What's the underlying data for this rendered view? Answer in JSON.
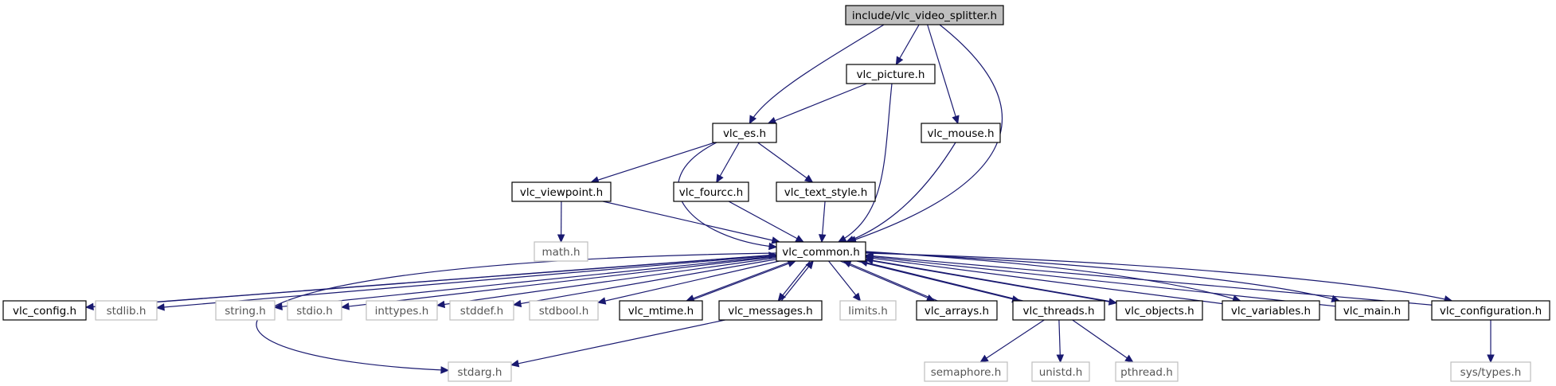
{
  "diagram": {
    "type": "include-dependency-graph",
    "colors": {
      "edge": "#191970",
      "main_fill": "#bfbfbf",
      "border": "#000000",
      "system_border": "#bfbfbf",
      "system_text": "#555555"
    },
    "nodes": [
      {
        "id": "vlc_video_splitter",
        "label": "include/vlc_video_splitter.h",
        "kind": "main"
      },
      {
        "id": "vlc_picture",
        "label": "vlc_picture.h",
        "kind": "project"
      },
      {
        "id": "vlc_es",
        "label": "vlc_es.h",
        "kind": "project"
      },
      {
        "id": "vlc_mouse",
        "label": "vlc_mouse.h",
        "kind": "project"
      },
      {
        "id": "vlc_viewpoint",
        "label": "vlc_viewpoint.h",
        "kind": "project"
      },
      {
        "id": "vlc_fourcc",
        "label": "vlc_fourcc.h",
        "kind": "project"
      },
      {
        "id": "vlc_text_style",
        "label": "vlc_text_style.h",
        "kind": "project"
      },
      {
        "id": "math",
        "label": "math.h",
        "kind": "system"
      },
      {
        "id": "vlc_common",
        "label": "vlc_common.h",
        "kind": "project"
      },
      {
        "id": "vlc_config",
        "label": "vlc_config.h",
        "kind": "project"
      },
      {
        "id": "stdlib",
        "label": "stdlib.h",
        "kind": "system"
      },
      {
        "id": "string",
        "label": "string.h",
        "kind": "system"
      },
      {
        "id": "stdio",
        "label": "stdio.h",
        "kind": "system"
      },
      {
        "id": "inttypes",
        "label": "inttypes.h",
        "kind": "system"
      },
      {
        "id": "stddef",
        "label": "stddef.h",
        "kind": "system"
      },
      {
        "id": "stdbool",
        "label": "stdbool.h",
        "kind": "system"
      },
      {
        "id": "vlc_mtime",
        "label": "vlc_mtime.h",
        "kind": "project"
      },
      {
        "id": "vlc_messages",
        "label": "vlc_messages.h",
        "kind": "project"
      },
      {
        "id": "limits",
        "label": "limits.h",
        "kind": "system"
      },
      {
        "id": "vlc_arrays",
        "label": "vlc_arrays.h",
        "kind": "project"
      },
      {
        "id": "vlc_threads",
        "label": "vlc_threads.h",
        "kind": "project"
      },
      {
        "id": "vlc_objects",
        "label": "vlc_objects.h",
        "kind": "project"
      },
      {
        "id": "vlc_variables",
        "label": "vlc_variables.h",
        "kind": "project"
      },
      {
        "id": "vlc_main",
        "label": "vlc_main.h",
        "kind": "project"
      },
      {
        "id": "vlc_configuration",
        "label": "vlc_configuration.h",
        "kind": "project"
      },
      {
        "id": "stdarg",
        "label": "stdarg.h",
        "kind": "system"
      },
      {
        "id": "semaphore",
        "label": "semaphore.h",
        "kind": "system"
      },
      {
        "id": "unistd",
        "label": "unistd.h",
        "kind": "system"
      },
      {
        "id": "pthread",
        "label": "pthread.h",
        "kind": "system"
      },
      {
        "id": "sys_types",
        "label": "sys/types.h",
        "kind": "system"
      }
    ],
    "edges": [
      {
        "from": "vlc_video_splitter",
        "to": "vlc_picture"
      },
      {
        "from": "vlc_video_splitter",
        "to": "vlc_es"
      },
      {
        "from": "vlc_video_splitter",
        "to": "vlc_mouse"
      },
      {
        "from": "vlc_video_splitter",
        "to": "vlc_common"
      },
      {
        "from": "vlc_picture",
        "to": "vlc_es"
      },
      {
        "from": "vlc_picture",
        "to": "vlc_common"
      },
      {
        "from": "vlc_es",
        "to": "vlc_viewpoint"
      },
      {
        "from": "vlc_es",
        "to": "vlc_fourcc"
      },
      {
        "from": "vlc_es",
        "to": "vlc_text_style"
      },
      {
        "from": "vlc_es",
        "to": "vlc_common"
      },
      {
        "from": "vlc_mouse",
        "to": "vlc_common"
      },
      {
        "from": "vlc_viewpoint",
        "to": "math"
      },
      {
        "from": "vlc_viewpoint",
        "to": "vlc_common"
      },
      {
        "from": "vlc_fourcc",
        "to": "vlc_common"
      },
      {
        "from": "vlc_text_style",
        "to": "vlc_common"
      },
      {
        "from": "vlc_common",
        "to": "vlc_config"
      },
      {
        "from": "vlc_common",
        "to": "stdlib"
      },
      {
        "from": "vlc_common",
        "to": "string"
      },
      {
        "from": "vlc_common",
        "to": "stdio"
      },
      {
        "from": "vlc_common",
        "to": "inttypes"
      },
      {
        "from": "vlc_common",
        "to": "stddef"
      },
      {
        "from": "vlc_common",
        "to": "stdbool"
      },
      {
        "from": "vlc_common",
        "to": "vlc_mtime"
      },
      {
        "from": "vlc_common",
        "to": "vlc_messages"
      },
      {
        "from": "vlc_common",
        "to": "stdarg"
      },
      {
        "from": "vlc_common",
        "to": "limits"
      },
      {
        "from": "vlc_common",
        "to": "vlc_arrays"
      },
      {
        "from": "vlc_common",
        "to": "vlc_threads"
      },
      {
        "from": "vlc_common",
        "to": "vlc_objects"
      },
      {
        "from": "vlc_common",
        "to": "vlc_variables"
      },
      {
        "from": "vlc_common",
        "to": "vlc_main"
      },
      {
        "from": "vlc_common",
        "to": "vlc_configuration"
      },
      {
        "from": "vlc_config",
        "to": "vlc_common"
      },
      {
        "from": "vlc_mtime",
        "to": "vlc_common"
      },
      {
        "from": "vlc_messages",
        "to": "vlc_common"
      },
      {
        "from": "vlc_messages",
        "to": "stdarg"
      },
      {
        "from": "vlc_arrays",
        "to": "vlc_common"
      },
      {
        "from": "vlc_threads",
        "to": "vlc_common"
      },
      {
        "from": "vlc_threads",
        "to": "semaphore"
      },
      {
        "from": "vlc_threads",
        "to": "unistd"
      },
      {
        "from": "vlc_threads",
        "to": "pthread"
      },
      {
        "from": "vlc_objects",
        "to": "vlc_common"
      },
      {
        "from": "vlc_variables",
        "to": "vlc_common"
      },
      {
        "from": "vlc_main",
        "to": "vlc_common"
      },
      {
        "from": "vlc_configuration",
        "to": "vlc_common"
      },
      {
        "from": "vlc_configuration",
        "to": "sys_types"
      }
    ]
  }
}
